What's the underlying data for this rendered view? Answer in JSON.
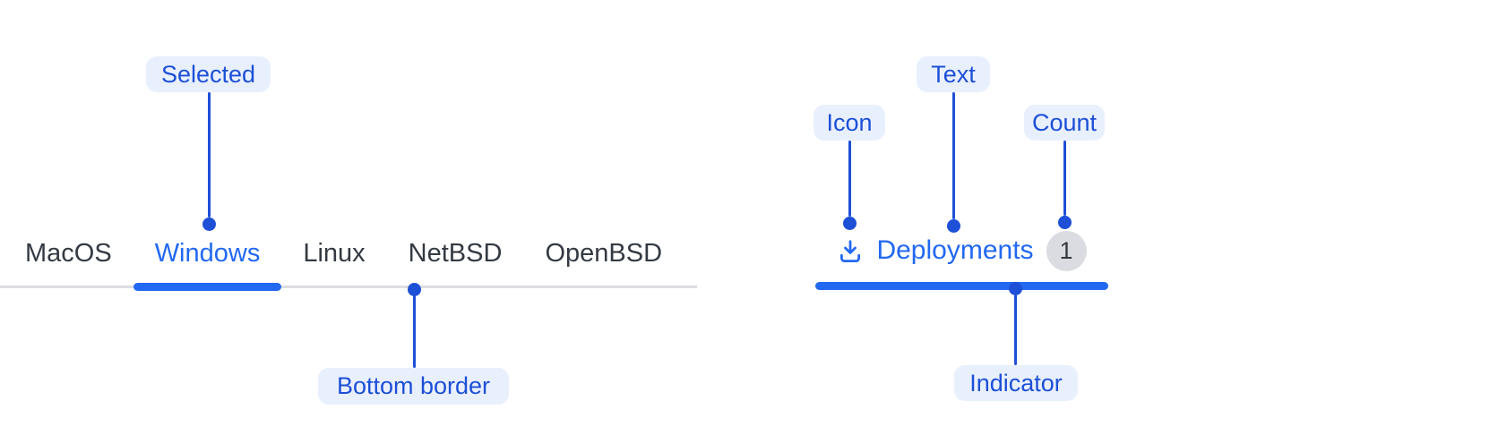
{
  "left_tab_bar": {
    "tabs": [
      {
        "label": "MacOS",
        "selected": false
      },
      {
        "label": "Windows",
        "selected": true
      },
      {
        "label": "Linux",
        "selected": false
      },
      {
        "label": "NetBSD",
        "selected": false
      },
      {
        "label": "OpenBSD",
        "selected": false
      }
    ]
  },
  "right_tab": {
    "icon": "download-icon",
    "label": "Deployments",
    "count": "1",
    "selected": true
  },
  "annotations": {
    "selected_label": "Selected",
    "bottom_border_label": "Bottom border",
    "icon_label": "Icon",
    "text_label": "Text",
    "count_label": "Count",
    "indicator_label": "Indicator"
  },
  "colors": {
    "accent_blue": "#2268f1",
    "annotation_blue": "#1d4fd7",
    "annotation_pill_bg": "#e9f0fd",
    "tab_text": "#343a42",
    "tab_bar_border": "#dcdde1",
    "count_badge_bg": "#dbdce1",
    "count_badge_text": "#343a42",
    "background": "#ffffff"
  }
}
